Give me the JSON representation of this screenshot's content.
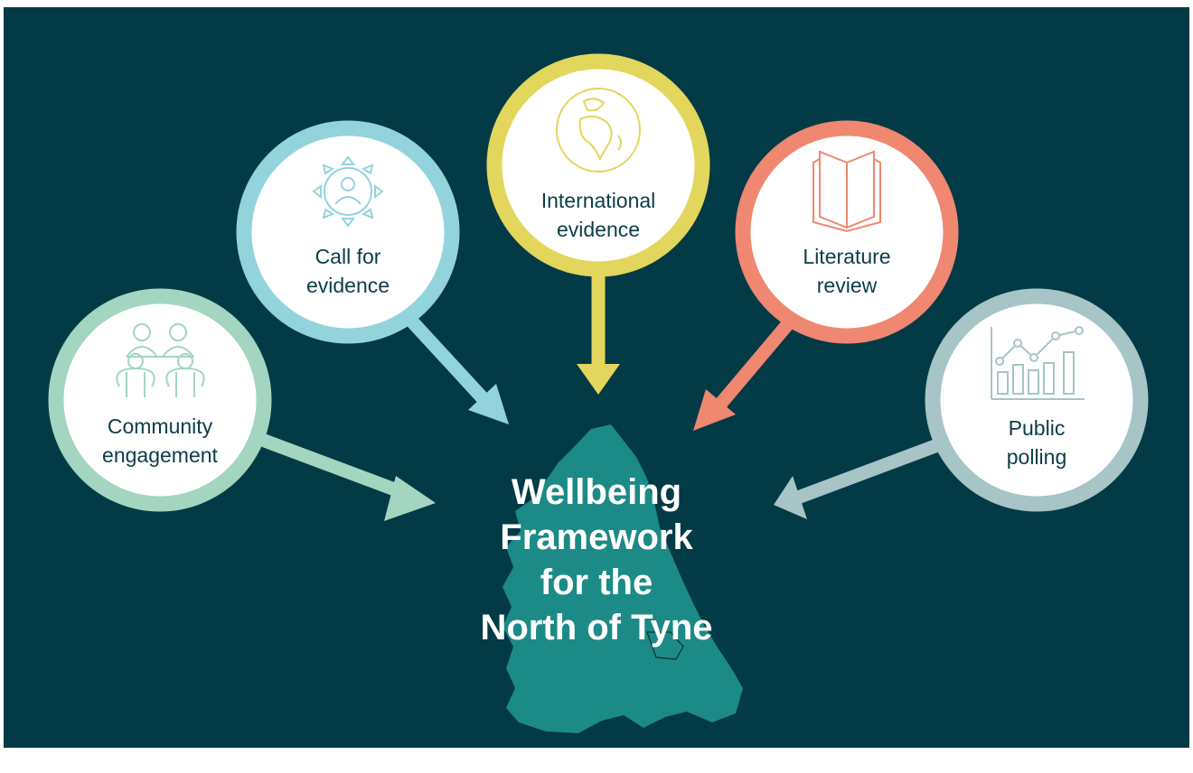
{
  "diagram": {
    "center": {
      "title_lines": [
        "Wellbeing",
        "Framework",
        "for the",
        "North of Tyne"
      ]
    },
    "inputs": [
      {
        "id": "community",
        "line1": "Community",
        "line2": "engagement",
        "color": "#a3d5c1",
        "icon": "people-meeting-icon"
      },
      {
        "id": "call",
        "line1": "Call for",
        "line2": "evidence",
        "color": "#93d3dc",
        "icon": "network-person-icon"
      },
      {
        "id": "international",
        "line1": "International",
        "line2": "evidence",
        "color": "#e3d65d",
        "icon": "globe-icon"
      },
      {
        "id": "literature",
        "line1": "Literature",
        "line2": "review",
        "color": "#ef8771",
        "icon": "open-book-icon"
      },
      {
        "id": "polling",
        "line1": "Public",
        "line2": "polling",
        "color": "#a7c4c6",
        "icon": "bar-line-chart-icon"
      }
    ],
    "colors": {
      "background": "#023a46",
      "map": "#1c8a86",
      "text": "#0c3d48"
    }
  }
}
